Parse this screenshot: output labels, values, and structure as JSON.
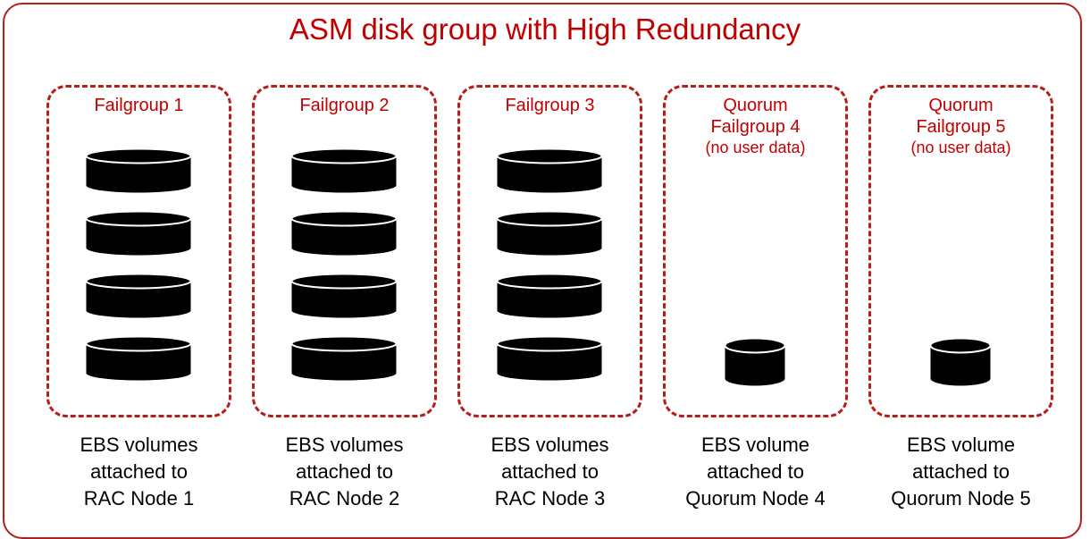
{
  "title": "ASM disk group with High Redundancy",
  "failgroups": [
    {
      "label_lines": [
        "Failgroup 1"
      ],
      "sublabel": "",
      "disk_count": 4,
      "caption_lines": [
        "EBS volumes",
        "attached to",
        "RAC Node 1"
      ]
    },
    {
      "label_lines": [
        "Failgroup 2"
      ],
      "sublabel": "",
      "disk_count": 4,
      "caption_lines": [
        "EBS volumes",
        "attached to",
        "RAC Node 2"
      ]
    },
    {
      "label_lines": [
        "Failgroup 3"
      ],
      "sublabel": "",
      "disk_count": 4,
      "caption_lines": [
        "EBS volumes",
        "attached to",
        "RAC Node 3"
      ]
    },
    {
      "label_lines": [
        "Quorum",
        "Failgroup 4"
      ],
      "sublabel": "(no user data)",
      "disk_count": 1,
      "caption_lines": [
        "EBS volume",
        "attached to",
        "Quorum Node 4"
      ]
    },
    {
      "label_lines": [
        "Quorum",
        "Failgroup 5"
      ],
      "sublabel": "(no user data)",
      "disk_count": 1,
      "caption_lines": [
        "EBS volume",
        "attached to",
        "Quorum Node 5"
      ]
    }
  ],
  "colors": {
    "accent": "#c00000",
    "frame": "#b3201c",
    "disk": "#000000"
  }
}
